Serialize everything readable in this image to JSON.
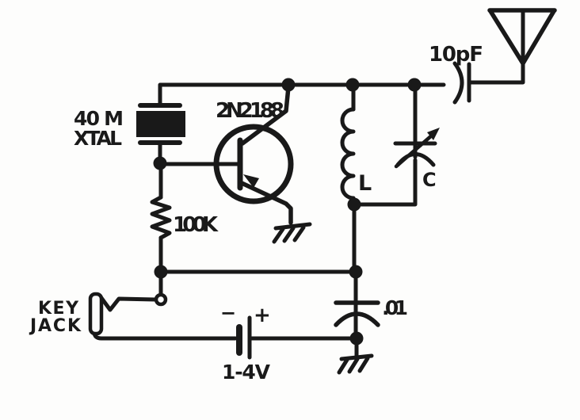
{
  "description": "Hand-drawn schematic: one-transistor 40-meter crystal-controlled transmitter with key jack, battery and antenna",
  "components": {
    "crystal": {
      "label1": "40 M",
      "label2": "XTAL"
    },
    "transistor": {
      "label": "2N2188"
    },
    "base_resistor": {
      "label": "100K"
    },
    "antenna_capacitor": {
      "label": "10pF"
    },
    "tank_inductor": {
      "label": "L"
    },
    "tank_variable_capacitor": {
      "label": "C"
    },
    "bypass_capacitor": {
      "label": ".01"
    },
    "battery": {
      "label": "1-4V",
      "minus": "−",
      "plus": "+"
    },
    "key_jack": {
      "label1": "KEY",
      "label2": "JACK"
    }
  },
  "colors": {
    "ink": "#191919",
    "paper": "#fdfdfc"
  }
}
